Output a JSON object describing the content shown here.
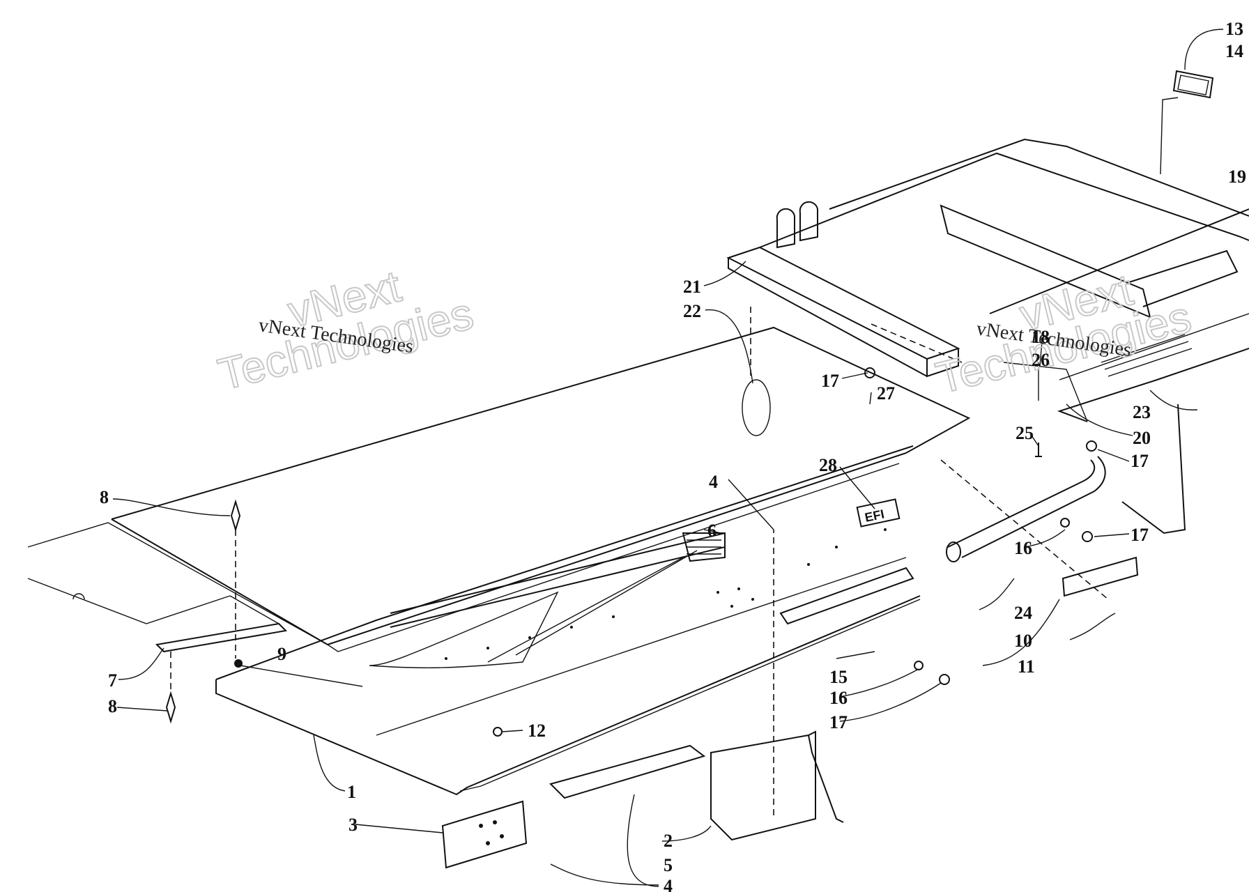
{
  "callouts": {
    "c1": "1",
    "c2": "2",
    "c3": "3",
    "c4a": "4",
    "c4b": "4",
    "c5": "5",
    "c6": "6",
    "c7": "7",
    "c8a": "8",
    "c8b": "8",
    "c9": "9",
    "c10": "10",
    "c11": "11",
    "c12": "12",
    "c13": "13",
    "c14": "14",
    "c15": "15",
    "c16a": "16",
    "c16b": "16",
    "c17a": "17",
    "c17b": "17",
    "c17c": "17",
    "c17d": "17",
    "c18": "18",
    "c19": "19",
    "c20": "20",
    "c21": "21",
    "c22": "22",
    "c23": "23",
    "c24": "24",
    "c25": "25",
    "c26": "26",
    "c27": "27",
    "c28": "28"
  },
  "badge_text": "EFI",
  "watermark": {
    "line1": "vNext",
    "line2": "Technologies",
    "solid": "vNext Technologies"
  }
}
